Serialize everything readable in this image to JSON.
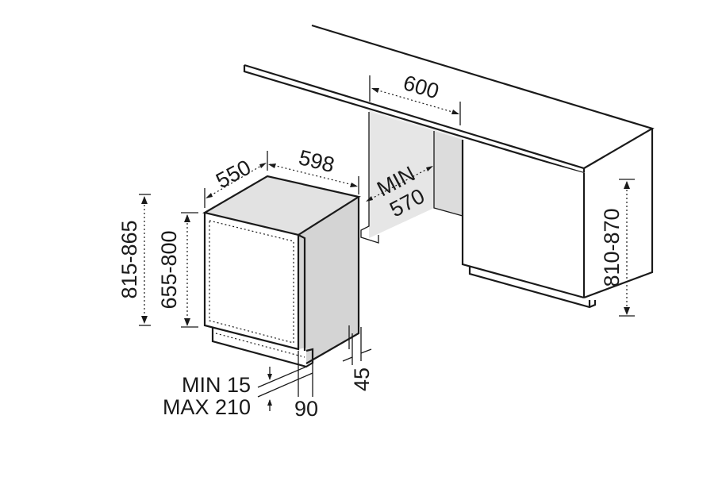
{
  "dimensions": {
    "cabinet_width": "600",
    "niche_min_label": "MIN",
    "niche_min_value": "570",
    "appliance_depth": "550",
    "appliance_width": "598",
    "overall_height": "815-865",
    "door_height": "655-800",
    "cabinet_height": "810-870",
    "plinth_min": "MIN 15",
    "plinth_max": "MAX 210",
    "plinth_depth": "90",
    "plinth_offset": "45"
  },
  "colors": {
    "line": "#1a1a1a",
    "niche_fill": "#e6e6e6",
    "appliance_top": "#e2e2e2",
    "appliance_side": "#d4d4d4",
    "appliance_front": "#ffffff",
    "cabinet_front": "#ffffff",
    "cabinet_side": "#ffffff"
  }
}
